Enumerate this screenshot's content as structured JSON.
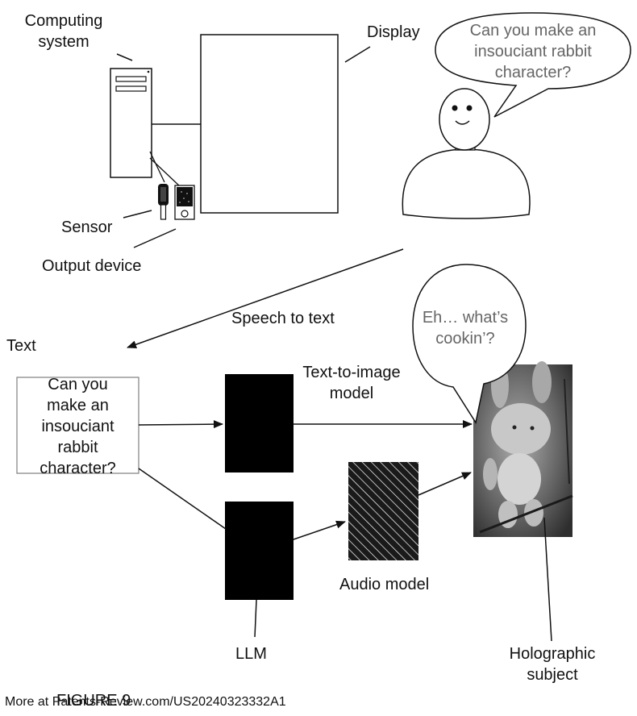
{
  "labels": {
    "computing_system": [
      "Computing",
      "system"
    ],
    "display": "Display",
    "sensor": "Sensor",
    "output_device": "Output device",
    "speech_to_text": "Speech to text",
    "text": "Text",
    "text_to_image": [
      "Text-to-image",
      "model"
    ],
    "audio_model": "Audio model",
    "llm": "LLM",
    "holographic_subject": [
      "Holographic",
      "subject"
    ]
  },
  "user_bubble": [
    "Can you make an",
    "insouciant rabbit",
    "character?"
  ],
  "text_box": [
    "Can you",
    "make an",
    "insouciant",
    "rabbit",
    "character?"
  ],
  "rabbit_bubble": [
    "Eh… what’s",
    "cookin’?"
  ],
  "footer": {
    "figure": "FIGURE 9",
    "more": "More at Patents-Review.com/US20240323332A1"
  },
  "colors": {
    "line": "#111111",
    "bubble_text": "#666666",
    "hologram_bg": "#3a3a3a"
  }
}
